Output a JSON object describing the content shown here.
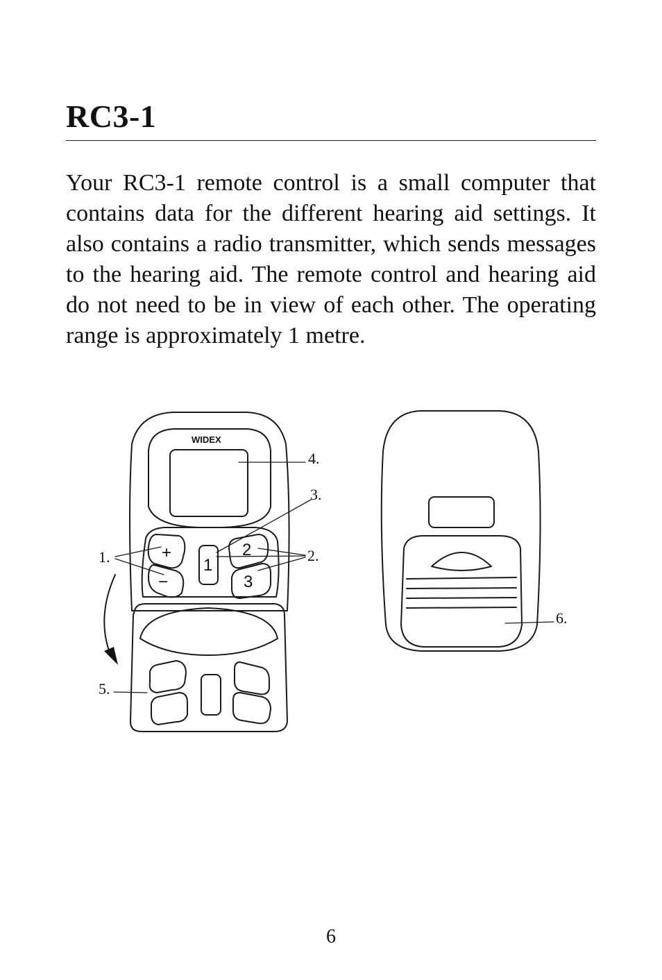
{
  "heading": "RC3-1",
  "paragraph": "Your RC3-1 remote control is a small computer that contains data for the different hearing aid settings. It also contains a radio transmitter, which sends messages to the hearing aid. The remote control and hearing aid do not need to be in view of each other. The operating range is approximately 1 metre.",
  "figure": {
    "brand_logo": "WIDEX",
    "keys": {
      "plus": "+",
      "minus": "−",
      "program_1": "1",
      "program_2": "2",
      "program_3": "3"
    },
    "callouts": [
      "1.",
      "2.",
      "3.",
      "4.",
      "5.",
      "6."
    ]
  },
  "page_number": "6"
}
